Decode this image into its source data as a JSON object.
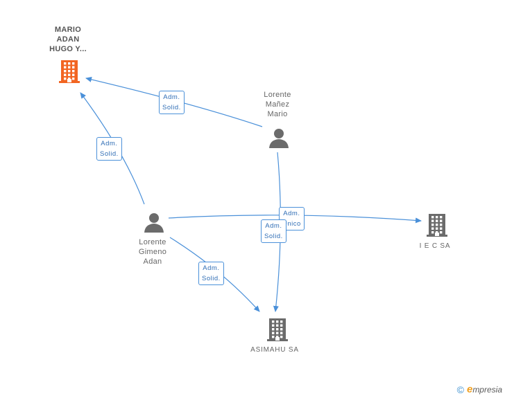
{
  "nodes": {
    "mario_adan": {
      "lines": [
        "MARIO",
        "ADAN",
        "HUGO Y..."
      ],
      "type": "company",
      "highlight": "#f26522"
    },
    "lorente_manez": {
      "lines": [
        "Lorente",
        "Mañez",
        "Mario"
      ],
      "type": "person"
    },
    "lorente_gimeno": {
      "lines": [
        "Lorente",
        "Gimeno",
        "Adan"
      ],
      "type": "person"
    },
    "iec": {
      "lines": [
        "I E C SA"
      ],
      "type": "company"
    },
    "asimahu": {
      "lines": [
        "ASIMAHU SA"
      ],
      "type": "company"
    }
  },
  "edges": [
    {
      "from": "lorente_manez",
      "to": "mario_adan",
      "label": [
        "Adm.",
        "Solid."
      ]
    },
    {
      "from": "lorente_gimeno",
      "to": "mario_adan",
      "label": [
        "Adm.",
        "Solid."
      ]
    },
    {
      "from": "lorente_gimeno",
      "to": "iec",
      "label": [
        "Adm.",
        "Unico"
      ]
    },
    {
      "from": "lorente_manez",
      "to": "asimahu",
      "label": [
        "Adm.",
        "Solid."
      ]
    },
    {
      "from": "lorente_gimeno",
      "to": "asimahu",
      "label": [
        "Adm.",
        "Solid."
      ]
    }
  ],
  "colors": {
    "edge": "#4a90d9",
    "icon": "#6b6b6b",
    "highlight": "#f26522"
  },
  "footer": {
    "copyright": "©",
    "brand_initial": "e",
    "brand_rest": "mpresia"
  }
}
